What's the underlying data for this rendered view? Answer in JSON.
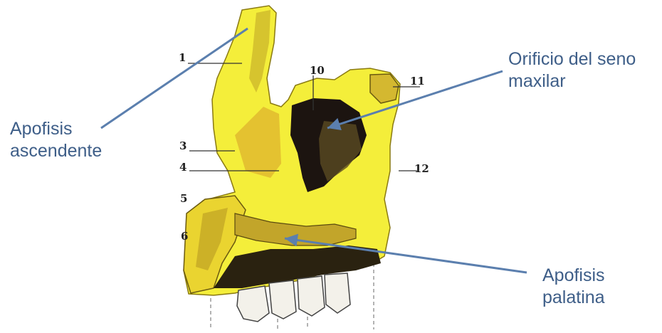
{
  "labels": {
    "apofisis_ascendente": [
      "Apofisis",
      "ascendente"
    ],
    "orificio_seno_maxilar": [
      "Orificio del seno",
      "maxilar"
    ],
    "apofisis_palatina": [
      "Apofisis",
      "palatina"
    ]
  },
  "numbers": {
    "n1": "1",
    "n3": "3",
    "n4": "4",
    "n5": "5",
    "n6": "6",
    "n10": "10",
    "n11": "11",
    "n12": "12"
  },
  "colors": {
    "bone": "#f4ee3a",
    "bone_shadow": "#c9b22a",
    "sinus": "#1c1410",
    "arrow": "#5b7fae",
    "label_text": "#3e5e88",
    "teeth": "#f3f1ea"
  }
}
